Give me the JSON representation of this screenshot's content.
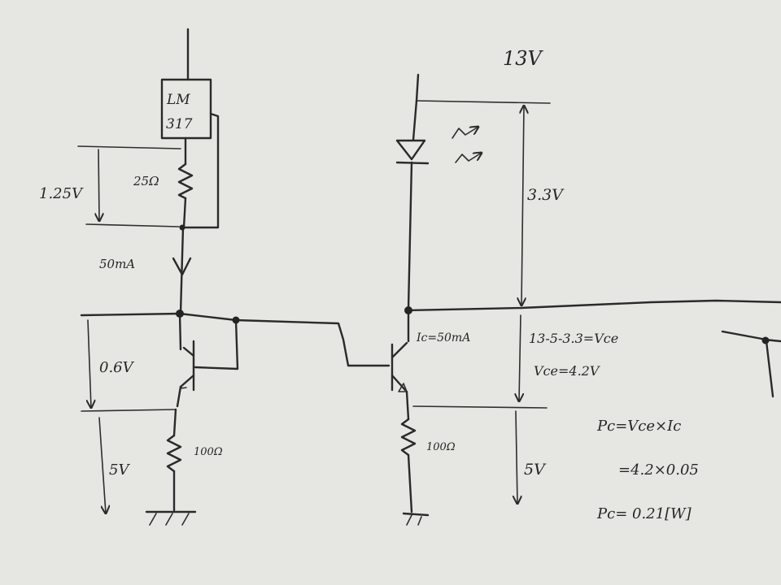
{
  "regulator": {
    "label_line1": "LM",
    "label_line2": "317"
  },
  "left_branch": {
    "ref_voltage": "1.25V",
    "set_resistor": "25Ω",
    "current": "50mA",
    "vbe_drop": "0.6V",
    "emitter_voltage": "5V",
    "emitter_resistor": "100Ω"
  },
  "right_branch": {
    "supply": "13V",
    "led_drop": "3.3V",
    "collector_current": "Ic=50mA",
    "vce_eq": "13-5-3.3=Vce",
    "vce_value": "Vce=4.2V",
    "emitter_voltage": "5V",
    "emitter_resistor": "100Ω"
  },
  "power_calc": {
    "line1": "Pc=Vce×Ic",
    "line2": "=4.2×0.05",
    "line3": "Pc= 0.21[W]"
  }
}
